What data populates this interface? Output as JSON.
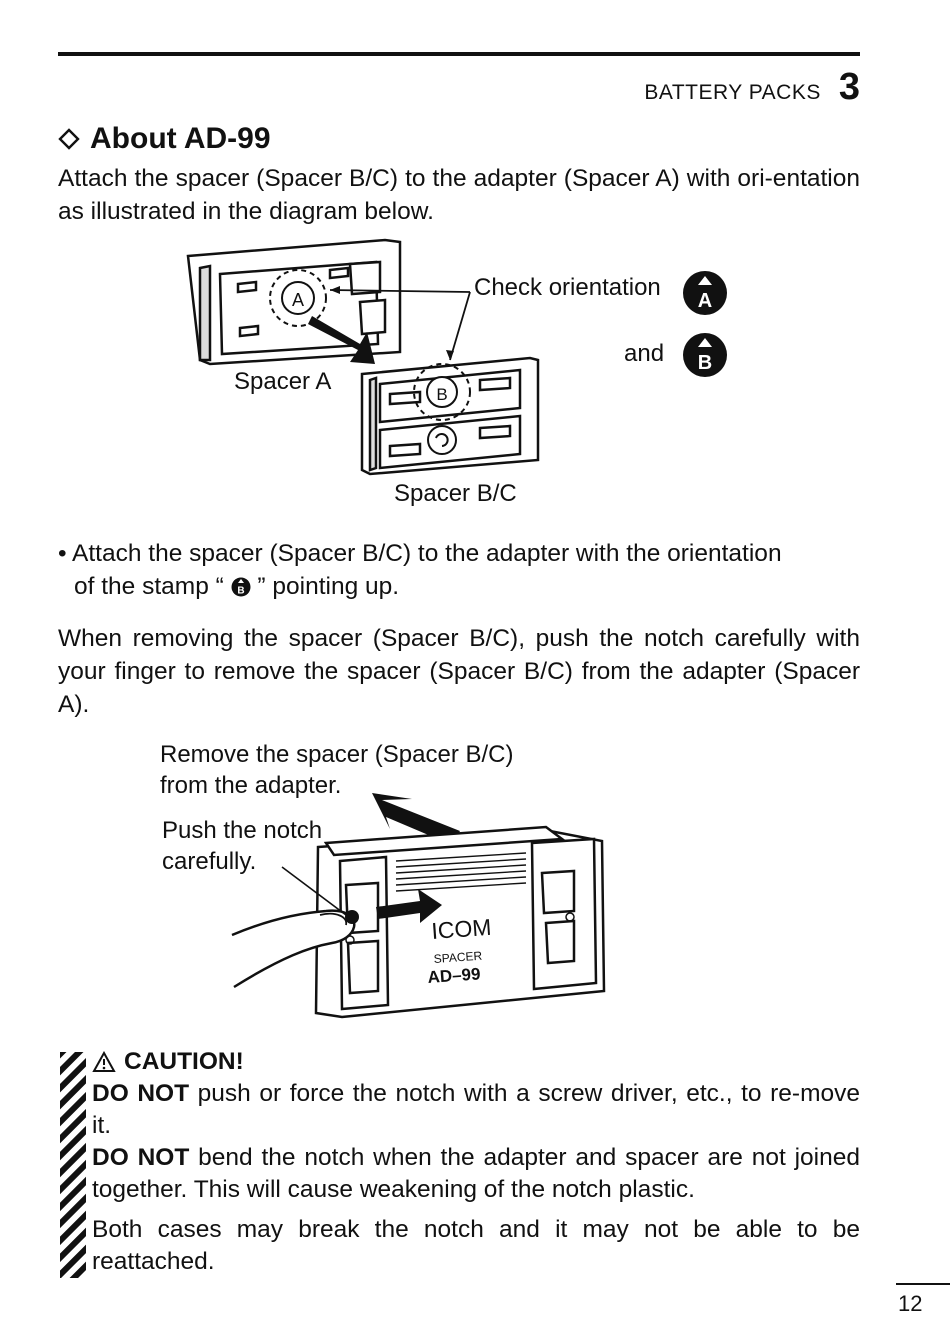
{
  "header": {
    "section": "BATTERY PACKS",
    "chapter": "3"
  },
  "title": "About AD-99",
  "intro": "Attach the spacer (Spacer B/C) to the adapter (Spacer A) with ori-entation as illustrated in the diagram below.",
  "figure1": {
    "check_orientation": "Check orientation",
    "and": "and",
    "spacer_a": "Spacer A",
    "spacer_bc": "Spacer B/C",
    "stamp_a": "A",
    "stamp_b": "B"
  },
  "bullet": {
    "line1": "• Attach the spacer (Spacer B/C) to the adapter with the orientation",
    "line2_pre": "of the stamp “",
    "line2_post": "” pointing up.",
    "stamp": "B"
  },
  "remove_para": "When removing the spacer (Spacer B/C), push the notch carefully with your finger to remove the spacer (Spacer B/C) from the adapter (Spacer A).",
  "figure2": {
    "remove_line1": "Remove the spacer (Spacer B/C)",
    "remove_line2": "from the adapter.",
    "push_line1": "Push the notch",
    "push_line2": "carefully.",
    "brand": "ICOM",
    "model_label": "SPACER",
    "model": "AD–99"
  },
  "caution": {
    "heading": "CAUTION!",
    "p1_strong": "DO NOT",
    "p1_rest": " push or force the notch with a screw driver, etc., to re-move it.",
    "p2_strong": "DO NOT",
    "p2_rest": " bend the notch when the adapter and spacer are not joined together. This will cause weakening of the notch plastic.",
    "p3": "Both cases may break the notch and it may not be able to be reattached."
  },
  "page_number": "12"
}
